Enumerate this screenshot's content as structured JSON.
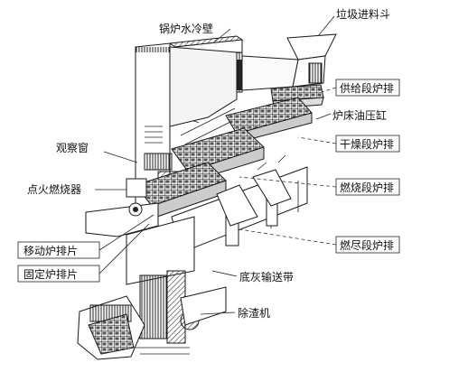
{
  "labels": {
    "hopper": "垃圾进料斗",
    "water_wall": "锅炉水冷壁",
    "feed_grate": "供给段炉排",
    "hydraulic": "炉床油压缸",
    "observation": "观察窗",
    "drying_grate": "干燥段炉排",
    "burner": "点火燃烧器",
    "combustion_grate": "燃烧段炉排",
    "burnout_grate": "燃尽段炉排",
    "moving_bar": "移动炉排片",
    "fixed_bar": "固定炉排片",
    "ash_conveyor": "底灰输送带",
    "slag_remover": "除渣机"
  }
}
